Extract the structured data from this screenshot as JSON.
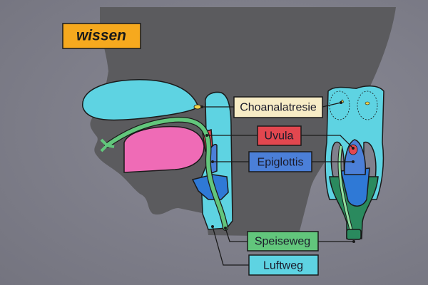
{
  "title": "wissen",
  "labels": {
    "choanalatresie": "Choanalatresie",
    "uvula": "Uvula",
    "epiglottis": "Epiglottis",
    "speiseweg": "Speiseweg",
    "luftweg": "Luftweg"
  },
  "colors": {
    "head": "#5b5b5e",
    "title_box": "#f6a91e",
    "choanalatresie": "#f7ecc6",
    "uvula": "#e2474f",
    "epiglottis": "#4b7fd8",
    "speiseweg": "#62c67c",
    "luftweg": "#5ed3e2",
    "tongue": "#ef6bb6",
    "airway_dark": "#2f79d6",
    "esophagus_dark": "#2a8a5e"
  }
}
